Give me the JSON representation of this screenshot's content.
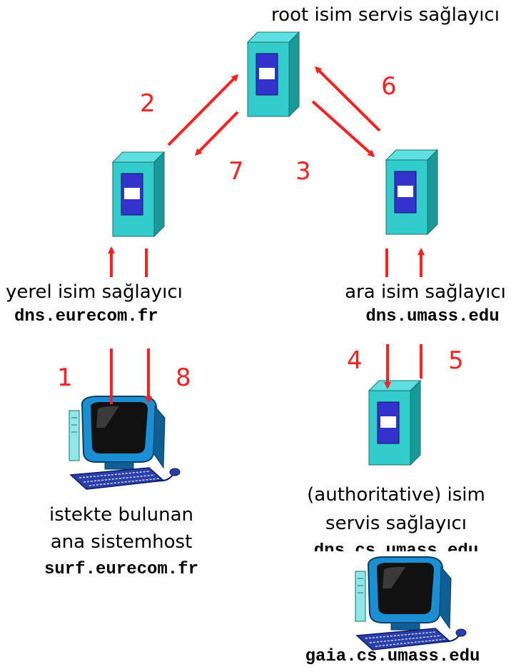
{
  "labels": {
    "root_server": "root isim servis sağlayıcı",
    "local_server_name": "yerel isim sağlayıcı",
    "local_server_host": "dns.eurecom.fr",
    "intermediate_server_name": "ara isim sağlayıcı",
    "intermediate_server_host": "dns.umass.edu",
    "auth_server_line1": "(authoritative) isim",
    "auth_server_line2": "servis sağlayıcı",
    "auth_server_host": "dns.cs.umass.edu",
    "requesting_host_line1": "istekte bulunan",
    "requesting_host_line2": "ana sistemhost",
    "requesting_host_name": "surf.eurecom.fr",
    "target_host_name": "gaia.cs.umass.edu"
  },
  "steps": {
    "s1": "1",
    "s2": "2",
    "s3": "3",
    "s4": "4",
    "s5": "5",
    "s6": "6",
    "s7": "7",
    "s8": "8"
  },
  "colors": {
    "arrow": "#ff2020",
    "server_face": "#33cccc",
    "server_side": "#1a9999",
    "server_panel": "#3333cc",
    "monitor": "#1a8fd1",
    "keyboard": "#2b3fa8"
  }
}
